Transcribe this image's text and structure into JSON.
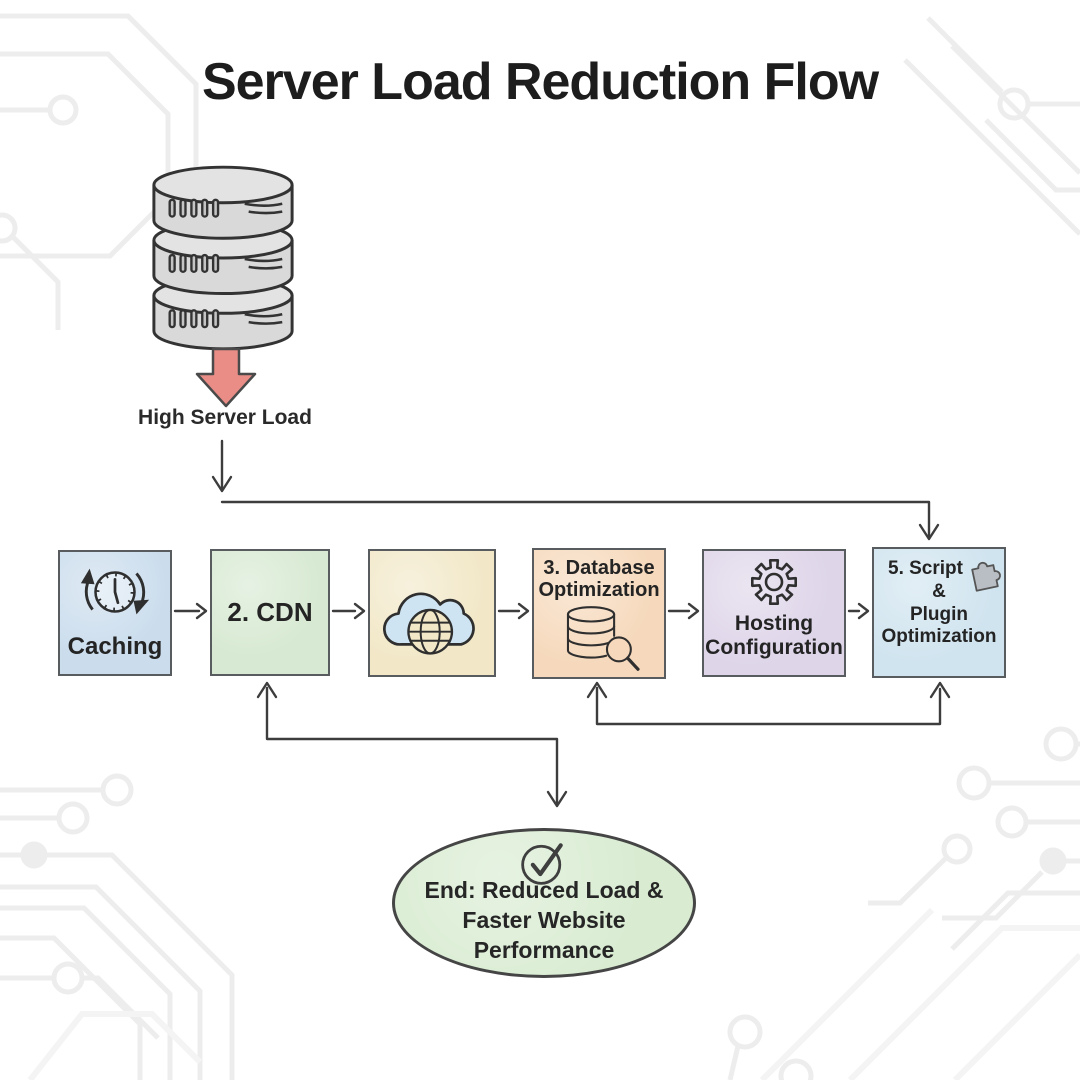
{
  "title": "Server Load Reduction Flow",
  "source": {
    "label": "High Server Load",
    "icon": "server-stack-icon",
    "arrow_icon": "down-block-arrow-icon"
  },
  "flow_boxes": {
    "caching": {
      "label": "Caching",
      "icon": "clock-refresh-icon",
      "color": "#cbdded"
    },
    "cdn": {
      "label": "2. CDN",
      "color": "#d7e9d2"
    },
    "cloud": {
      "icon": "cloud-globe-icon",
      "color": "#f2e8c8"
    },
    "database": {
      "line1": "3. Database",
      "line2": "Optimization",
      "icon": "database-search-icon",
      "color": "#f6d9bc"
    },
    "hosting": {
      "line1": "Hosting",
      "line2": "Configuration",
      "icon": "gear-icon",
      "color": "#ded5e9"
    },
    "script": {
      "line1": "5. Script",
      "line2": "&",
      "line3": "Plugin",
      "line4": "Optimization",
      "icon": "puzzle-piece-icon",
      "color": "#d0e4ef"
    }
  },
  "end_node": {
    "line1": "End: Reduced Load &",
    "line2": "Faster Website",
    "line3": "Performance",
    "icon": "check-circle-icon",
    "color": "#d9ecd2"
  },
  "colors": {
    "load_arrow": "#ea8d87",
    "connector": "#3d3d3d",
    "box_border": "#595c5f",
    "circuit_trace": "#ededed",
    "server_gray": "#d9d9d9",
    "cloud_fill": "#cfe4f2",
    "puzzle_gray": "#b9bec4",
    "background": "#ffffff",
    "text": "#242424"
  }
}
